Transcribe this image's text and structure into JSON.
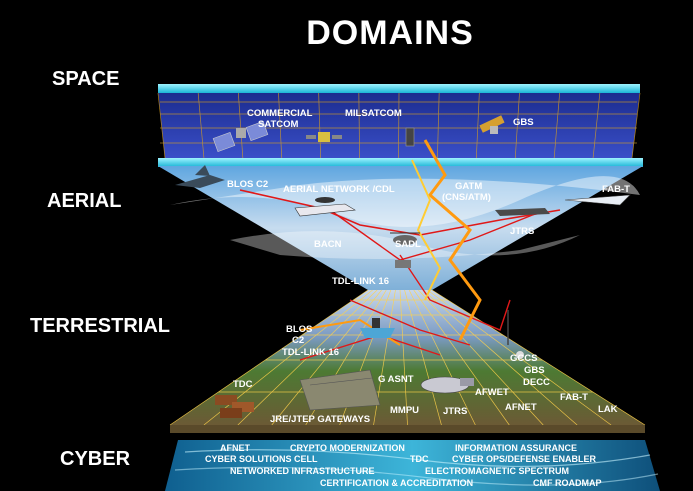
{
  "title": "DOMAINS",
  "domains": {
    "space": "SPACE",
    "aerial": "AERIAL",
    "terrestrial": "TERRESTRIAL",
    "cyber": "CYBER"
  },
  "space_labels": {
    "commercial_1": "COMMERCIAL",
    "commercial_2": "SATCOM",
    "milsatcom": "MILSATCOM",
    "gbs": "GBS"
  },
  "aerial_labels": {
    "blos_c2": "BLOS C2",
    "aerial_network": "AERIAL NETWORK /CDL",
    "gatm_1": "GATM",
    "gatm_2": "(CNS/ATM)",
    "fab_t": "FAB-T",
    "jtrs": "JTRS",
    "bacn": "BACN",
    "sadl": "SADL",
    "tdl_link16": "TDL-LINK 16"
  },
  "terrestrial_labels": {
    "blos": "BLOS",
    "c2": "C2",
    "tdl_link16": "TDL-LINK 16",
    "tdc": "TDC",
    "gasnt": "G ASNT",
    "afwet": "AFWET",
    "gccs": "GCCS",
    "gbs": "GBS",
    "decc": "DECC",
    "fab_t": "FAB-T",
    "afnet": "AFNET",
    "lak": "LAK",
    "jtrs": "JTRS",
    "mmpu": "MMPU",
    "jre": "JRE/JTEP GATEWAYS"
  },
  "cyber_labels": {
    "afnet": "AFNET",
    "crypto": "CRYPTO  MODERNIZATION",
    "info_assurance": "INFORMATION  ASSURANCE",
    "solutions": "CYBER SOLUTIONS CELL",
    "tdc": "TDC",
    "ops": "CYBER OPS/DEFENSE ENABLER",
    "infra": "NETWORKED INFRASTRUCTURE",
    "spectrum": "ELECTROMAGNETIC SPECTRUM",
    "cert": "CERTIFICATION & ACCREDITATION",
    "roadmap": "CMF ROADMAP"
  },
  "colors": {
    "background": "#000000",
    "space_plane": "#1f2ea0",
    "space_edge": "#33e0ff",
    "grid": "#d9a020",
    "link_red": "#e01818",
    "link_orange": "#ff9a10",
    "cyber_plane": "#1a7fb3",
    "terrain_green": "#3c6b2a"
  }
}
